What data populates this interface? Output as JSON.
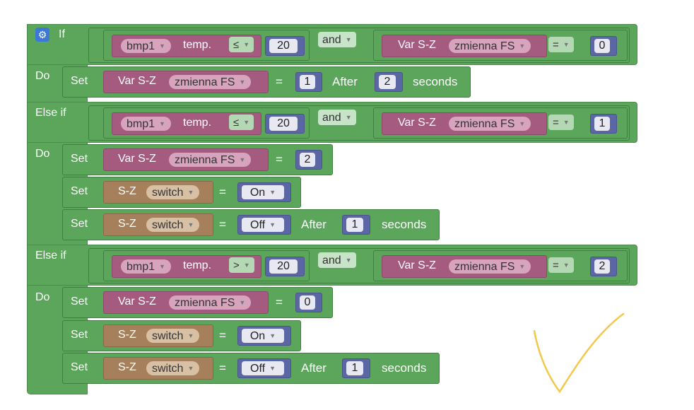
{
  "keywords": {
    "if": "If",
    "do": "Do",
    "else_if": "Else if",
    "set": "Set",
    "and": "and",
    "after": "After",
    "seconds": "seconds",
    "equals": "="
  },
  "sensor": {
    "device": "bmp1",
    "prop": "temp."
  },
  "variable": {
    "group": "Var S-Z",
    "name": "zmienna FS"
  },
  "switch_dev": {
    "group": "S-Z",
    "name": "switch"
  },
  "branches": [
    {
      "op": "≤",
      "temp_value": "20",
      "var_op": "=",
      "var_value": "0"
    },
    {
      "op": "≤",
      "temp_value": "20",
      "var_op": "=",
      "var_value": "1"
    },
    {
      "op": ">",
      "temp_value": "20",
      "var_op": "=",
      "var_value": "2"
    }
  ],
  "actions": {
    "b1_set_value": "1",
    "b1_after": "2",
    "b2_set_value": "2",
    "b2_on": "On",
    "b2_off": "Off",
    "b2_after": "1",
    "b3_set_value": "0",
    "b3_on": "On",
    "b3_off": "Off",
    "b3_after": "1"
  },
  "colors": {
    "logic": "#5ba65b",
    "variable": "#a55b80",
    "device": "#a5805b",
    "number": "#5b67a5",
    "checkmark": "#f2c94c",
    "gear": "#3d79d4"
  },
  "icons": {
    "settings": "gear-icon",
    "annotation": "checkmark-icon"
  }
}
